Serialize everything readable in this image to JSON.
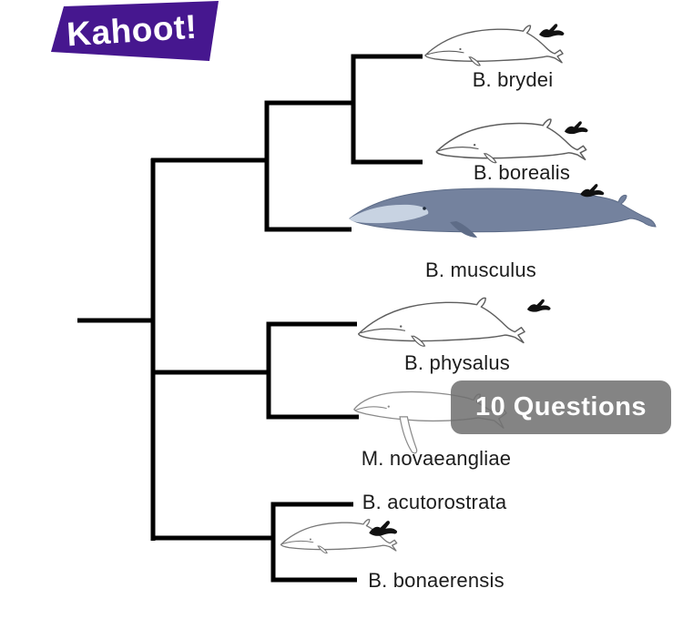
{
  "brand": {
    "logo_text": "Kahoot!"
  },
  "badge": {
    "label": "10 Questions"
  },
  "tree": {
    "type": "cladogram",
    "topology_newick": "(((B. brydei, B. borealis), B. musculus), (B. physalus, M. novaeangliae), (B. acutorostrata, B. bonaerensis))",
    "taxa": [
      {
        "name": "B. brydei",
        "illustration": "whale-line-drawing-with-diver"
      },
      {
        "name": "B. borealis",
        "illustration": "whale-line-drawing-with-diver"
      },
      {
        "name": "B. musculus",
        "illustration": "blue-whale-color-drawing-with-diver"
      },
      {
        "name": "B. physalus",
        "illustration": "whale-line-drawing-with-diver"
      },
      {
        "name": "M. novaeangliae",
        "illustration": "humpback-line-drawing"
      },
      {
        "name": "B. acutorostrata",
        "illustration": "none"
      },
      {
        "name": "B. bonaerensis",
        "illustration": "minke-line-drawing-with-diver"
      }
    ]
  },
  "colors": {
    "kahoot_purple": "#46178F",
    "badge_gray": "rgba(110,110,110,0.85)",
    "tree_line": "#000000",
    "label_text": "#1c1c1c",
    "whale_outline": "#5e5e5e",
    "musculus_body": "#74829E",
    "musculus_belly": "#C8D3E2"
  }
}
